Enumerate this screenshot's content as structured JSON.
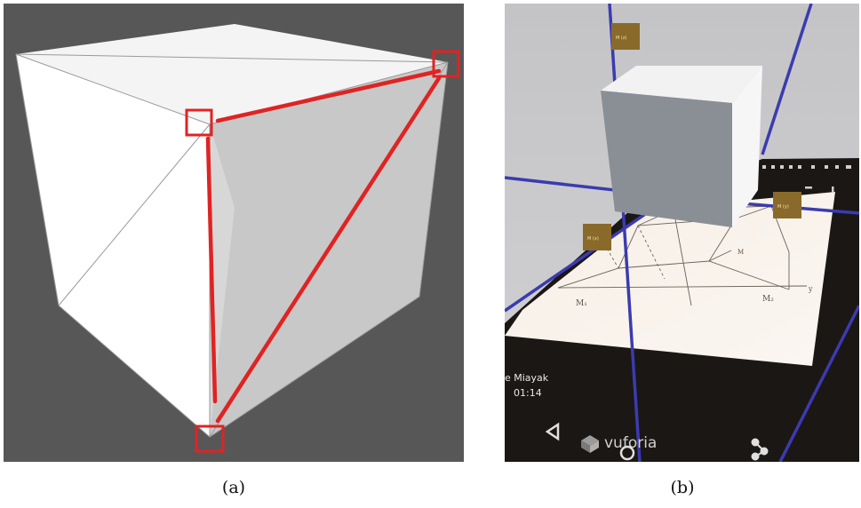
{
  "figure": {
    "panel_a": {
      "caption": "(a)"
    },
    "panel_b": {
      "caption": "(b)",
      "ar_labels": [
        "M (x)",
        "M (y)",
        "M (z)"
      ],
      "page_sketch_labels": [
        "M₁",
        "M₂",
        "y",
        "M"
      ],
      "phone_ui": {
        "author": "e Miayak",
        "time": "01:14",
        "watermark": "vuforia"
      }
    }
  },
  "colors": {
    "highlight": "#e02323",
    "background_a": "#575757",
    "axis_line": "#3b3bb0",
    "ar_tag": "#8a6a2a"
  }
}
